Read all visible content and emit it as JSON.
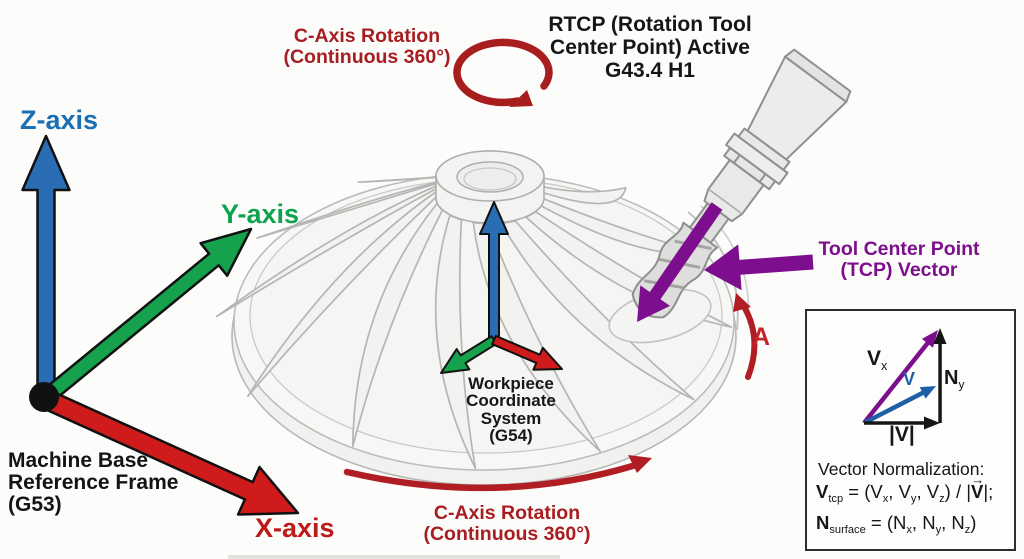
{
  "colors": {
    "blue_axis": "#2a6db5",
    "green_axis": "#16a14c",
    "red_axis": "#cf1b1b",
    "dark_red": "#a81d21",
    "purple": "#7d0f8e",
    "inset_blue": "#1e5fa8",
    "black": "#161616"
  },
  "machine_frame": {
    "z_label": "Z-axis",
    "y_label": "Y-axis",
    "x_label": "X-axis",
    "title_line1": "Machine Base",
    "title_line2": "Reference Frame",
    "title_line3": "(G53)"
  },
  "c_axis_top": {
    "line1": "C-Axis Rotation",
    "line2": "(Continuous 360°)"
  },
  "c_axis_bottom": {
    "line1": "C-Axis Rotation",
    "line2": "(Continuous 360°)"
  },
  "rtcp": {
    "line1": "RTCP (Rotation Tool",
    "line2": "Center Point) Active",
    "line3": "G43.4 H1"
  },
  "tcp": {
    "line1": "Tool Center Point",
    "line2": "(TCP) Vector"
  },
  "a_axis": {
    "label": "A"
  },
  "wcs": {
    "line1": "Workpiece",
    "line2": "Coordinate",
    "line3": "System",
    "line4": "(G54)"
  },
  "inset": {
    "vec_arrow": "→",
    "title": "Vector Normalization:",
    "vx_label": [
      {
        "b": "V"
      },
      {
        "s": "x"
      }
    ],
    "v_label": [
      {
        "b": "V"
      }
    ],
    "ny_label": [
      {
        "b": "N"
      },
      {
        "s": "y"
      }
    ],
    "vmag_label": [
      {
        "b": "|"
      },
      {
        "va": "V"
      },
      {
        "b": "|"
      }
    ],
    "formula1": [
      {
        "b": "V"
      },
      {
        "s": "tcp"
      },
      {
        "t": " = (V"
      },
      {
        "s": "x"
      },
      {
        "t": ", V"
      },
      {
        "s": "y"
      },
      {
        "t": ", V"
      },
      {
        "s": "z"
      },
      {
        "t": ") / |"
      },
      {
        "va": "V"
      },
      {
        "t": "|;"
      }
    ],
    "formula2": [
      {
        "b": "N"
      },
      {
        "s": "surface"
      },
      {
        "t": " = (N"
      },
      {
        "s": "x"
      },
      {
        "t": ", N"
      },
      {
        "s": "y"
      },
      {
        "t": ", N"
      },
      {
        "s": "z"
      },
      {
        "t": ")"
      }
    ]
  }
}
